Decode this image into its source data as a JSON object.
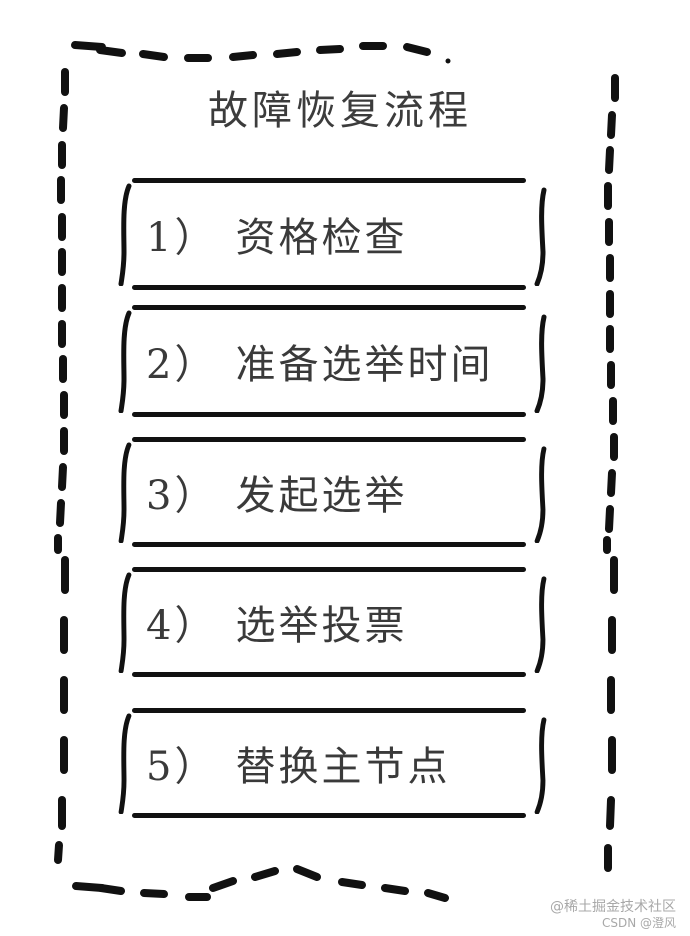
{
  "diagram": {
    "title": "故障恢复流程",
    "steps": [
      {
        "number": "1）",
        "label": "资格检查"
      },
      {
        "number": "2）",
        "label": "准备选举时间"
      },
      {
        "number": "3）",
        "label": "发起选举"
      },
      {
        "number": "4）",
        "label": "选举投票"
      },
      {
        "number": "5）",
        "label": "替换主节点"
      }
    ]
  },
  "watermark": {
    "line1": "@稀土掘金技术社区",
    "line2": "CSDN @澄风"
  },
  "colors": {
    "stroke": "#111111",
    "text": "#3a3a3a",
    "watermark": "#a8a8a8",
    "background": "#ffffff"
  }
}
